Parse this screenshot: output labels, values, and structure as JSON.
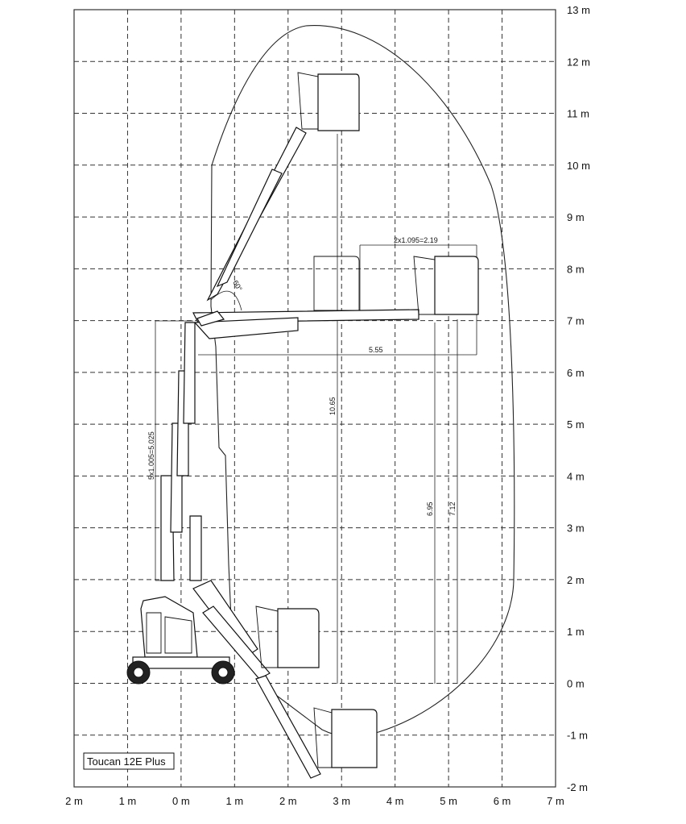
{
  "y_axis": {
    "labels": [
      "13 m",
      "12 m",
      "11 m",
      "10 m",
      "9 m",
      "8 m",
      "7 m",
      "6 m",
      "5 m",
      "4 m",
      "3 m",
      "2 m",
      "1 m",
      "0 m",
      "-1 m",
      "-2 m"
    ]
  },
  "x_axis": {
    "labels": [
      "2 m",
      "1 m",
      "0 m",
      "1 m",
      "2 m",
      "3 m",
      "4 m",
      "5 m",
      "6 m",
      "7 m"
    ]
  },
  "dimensions": {
    "basket_extension": "2x1.095=2.19",
    "outreach": "5.55",
    "max_height": "10.65",
    "mast_height": "5x1.005=5.025",
    "height_a": "6.95",
    "height_b": "7.12",
    "jib_angle": "60°"
  },
  "model_label": "Toucan 12E Plus"
}
